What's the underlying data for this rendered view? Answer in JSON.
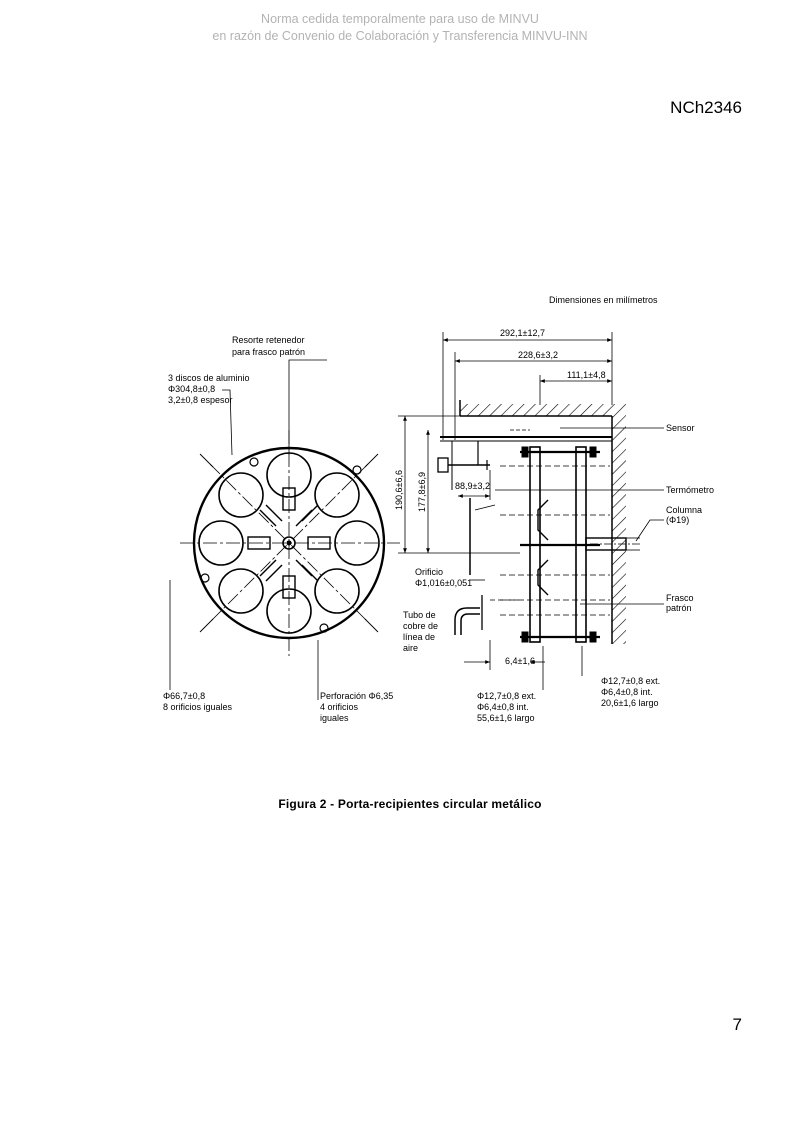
{
  "watermark": {
    "line1": "Norma cedida temporalmente para uso de MINVU",
    "line2": "en razón de Convenio de Colaboración y Transferencia MINVU-INN"
  },
  "header": {
    "standard_code": "NCh2346"
  },
  "figure": {
    "units_note": "Dimensiones en milímetros",
    "caption": "Figura 2 - Porta-recipientes circular metálico",
    "left_view": {
      "spring_label": [
        "Resorte retenedor",
        "para frasco patrón"
      ],
      "disc_label": [
        "3 discos de aluminio",
        "Φ304,8±0,8",
        "3,2±0,8 espesor"
      ],
      "holes_label": [
        "Φ66,7±0,8",
        "8 orificios iguales"
      ],
      "perforation_label": [
        "Perforación Φ6,35",
        "4 orificios",
        "iguales"
      ]
    },
    "right_view": {
      "dim_top": "292,1±12,7",
      "dim_mid": "228,6±3,2",
      "dim_small": "111,1±4,8",
      "dim_vert_outer": "190,6±6,6",
      "dim_vert_inner": "177,8±6,9",
      "dim_arm": "88,9±3,2",
      "dim_tube_offset": "6,4±1,6",
      "sensor": "Sensor",
      "thermometer": "Termómetro",
      "column": [
        "Columna",
        "(Φ19)"
      ],
      "standard_flask": [
        "Frasco",
        "patrón"
      ],
      "orifice": [
        "Orificio",
        "Φ1,016±0,051"
      ],
      "copper_tube": [
        "Tubo de",
        "cobre de",
        "línea de",
        "aire"
      ],
      "tube_spec_1": [
        "Φ12,7±0,8 ext.",
        "Φ6,4±0,8 int.",
        "55,6±1,6 largo"
      ],
      "tube_spec_2": [
        "Φ12,7±0,8 ext.",
        "Φ6,4±0,8 int.",
        "20,6±1,6 largo"
      ]
    }
  },
  "footer": {
    "page_number": "7"
  }
}
